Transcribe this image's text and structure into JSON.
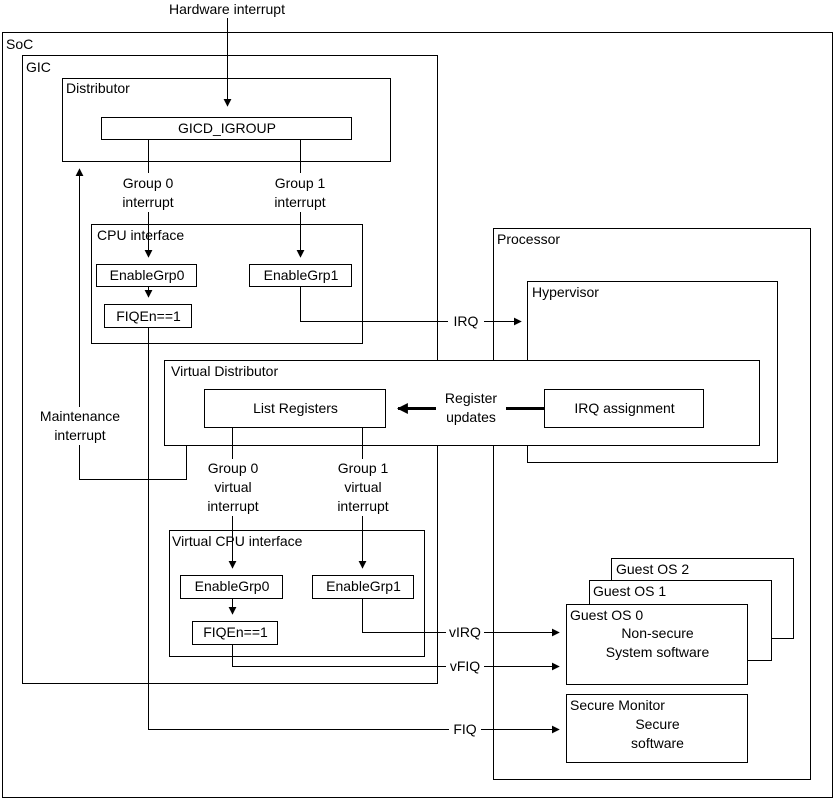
{
  "hardware_interrupt": "Hardware interrupt",
  "soc": {
    "label": "SoC"
  },
  "gic": {
    "label": "GIC",
    "distributor": {
      "label": "Distributor",
      "register": "GICD_IGROUP"
    },
    "group0_interrupt": "Group 0\ninterrupt",
    "group1_interrupt": "Group 1\ninterrupt",
    "cpu_interface": {
      "label": "CPU interface",
      "enable_grp0": "EnableGrp0",
      "enable_grp1": "EnableGrp1",
      "fiqen": "FIQEn==1"
    },
    "maintenance_interrupt": "Maintenance\ninterrupt",
    "virtual_distributor": {
      "label": "Virtual Distributor",
      "list_registers": "List Registers"
    },
    "group0_virtual_interrupt": "Group 0\nvirtual\ninterrupt",
    "group1_virtual_interrupt": "Group 1\nvirtual\ninterrupt",
    "virtual_cpu_interface": {
      "label": "Virtual CPU interface",
      "enable_grp0": "EnableGrp0",
      "enable_grp1": "EnableGrp1",
      "fiqen": "FIQEn==1"
    }
  },
  "register_updates": "Register\nupdates",
  "processor": {
    "label": "Processor",
    "hypervisor": {
      "label": "Hypervisor",
      "irq_assignment": "IRQ assignment"
    },
    "guest_os_2": "Guest OS 2",
    "guest_os_1": "Guest OS 1",
    "guest_os_0": {
      "label": "Guest OS 0",
      "desc": "Non-secure\nSystem software"
    },
    "secure_monitor": {
      "label": "Secure Monitor",
      "desc": "Secure\nsoftware"
    }
  },
  "signals": {
    "irq": "IRQ",
    "virq": "vIRQ",
    "vfiq": "vFIQ",
    "fiq": "FIQ"
  }
}
